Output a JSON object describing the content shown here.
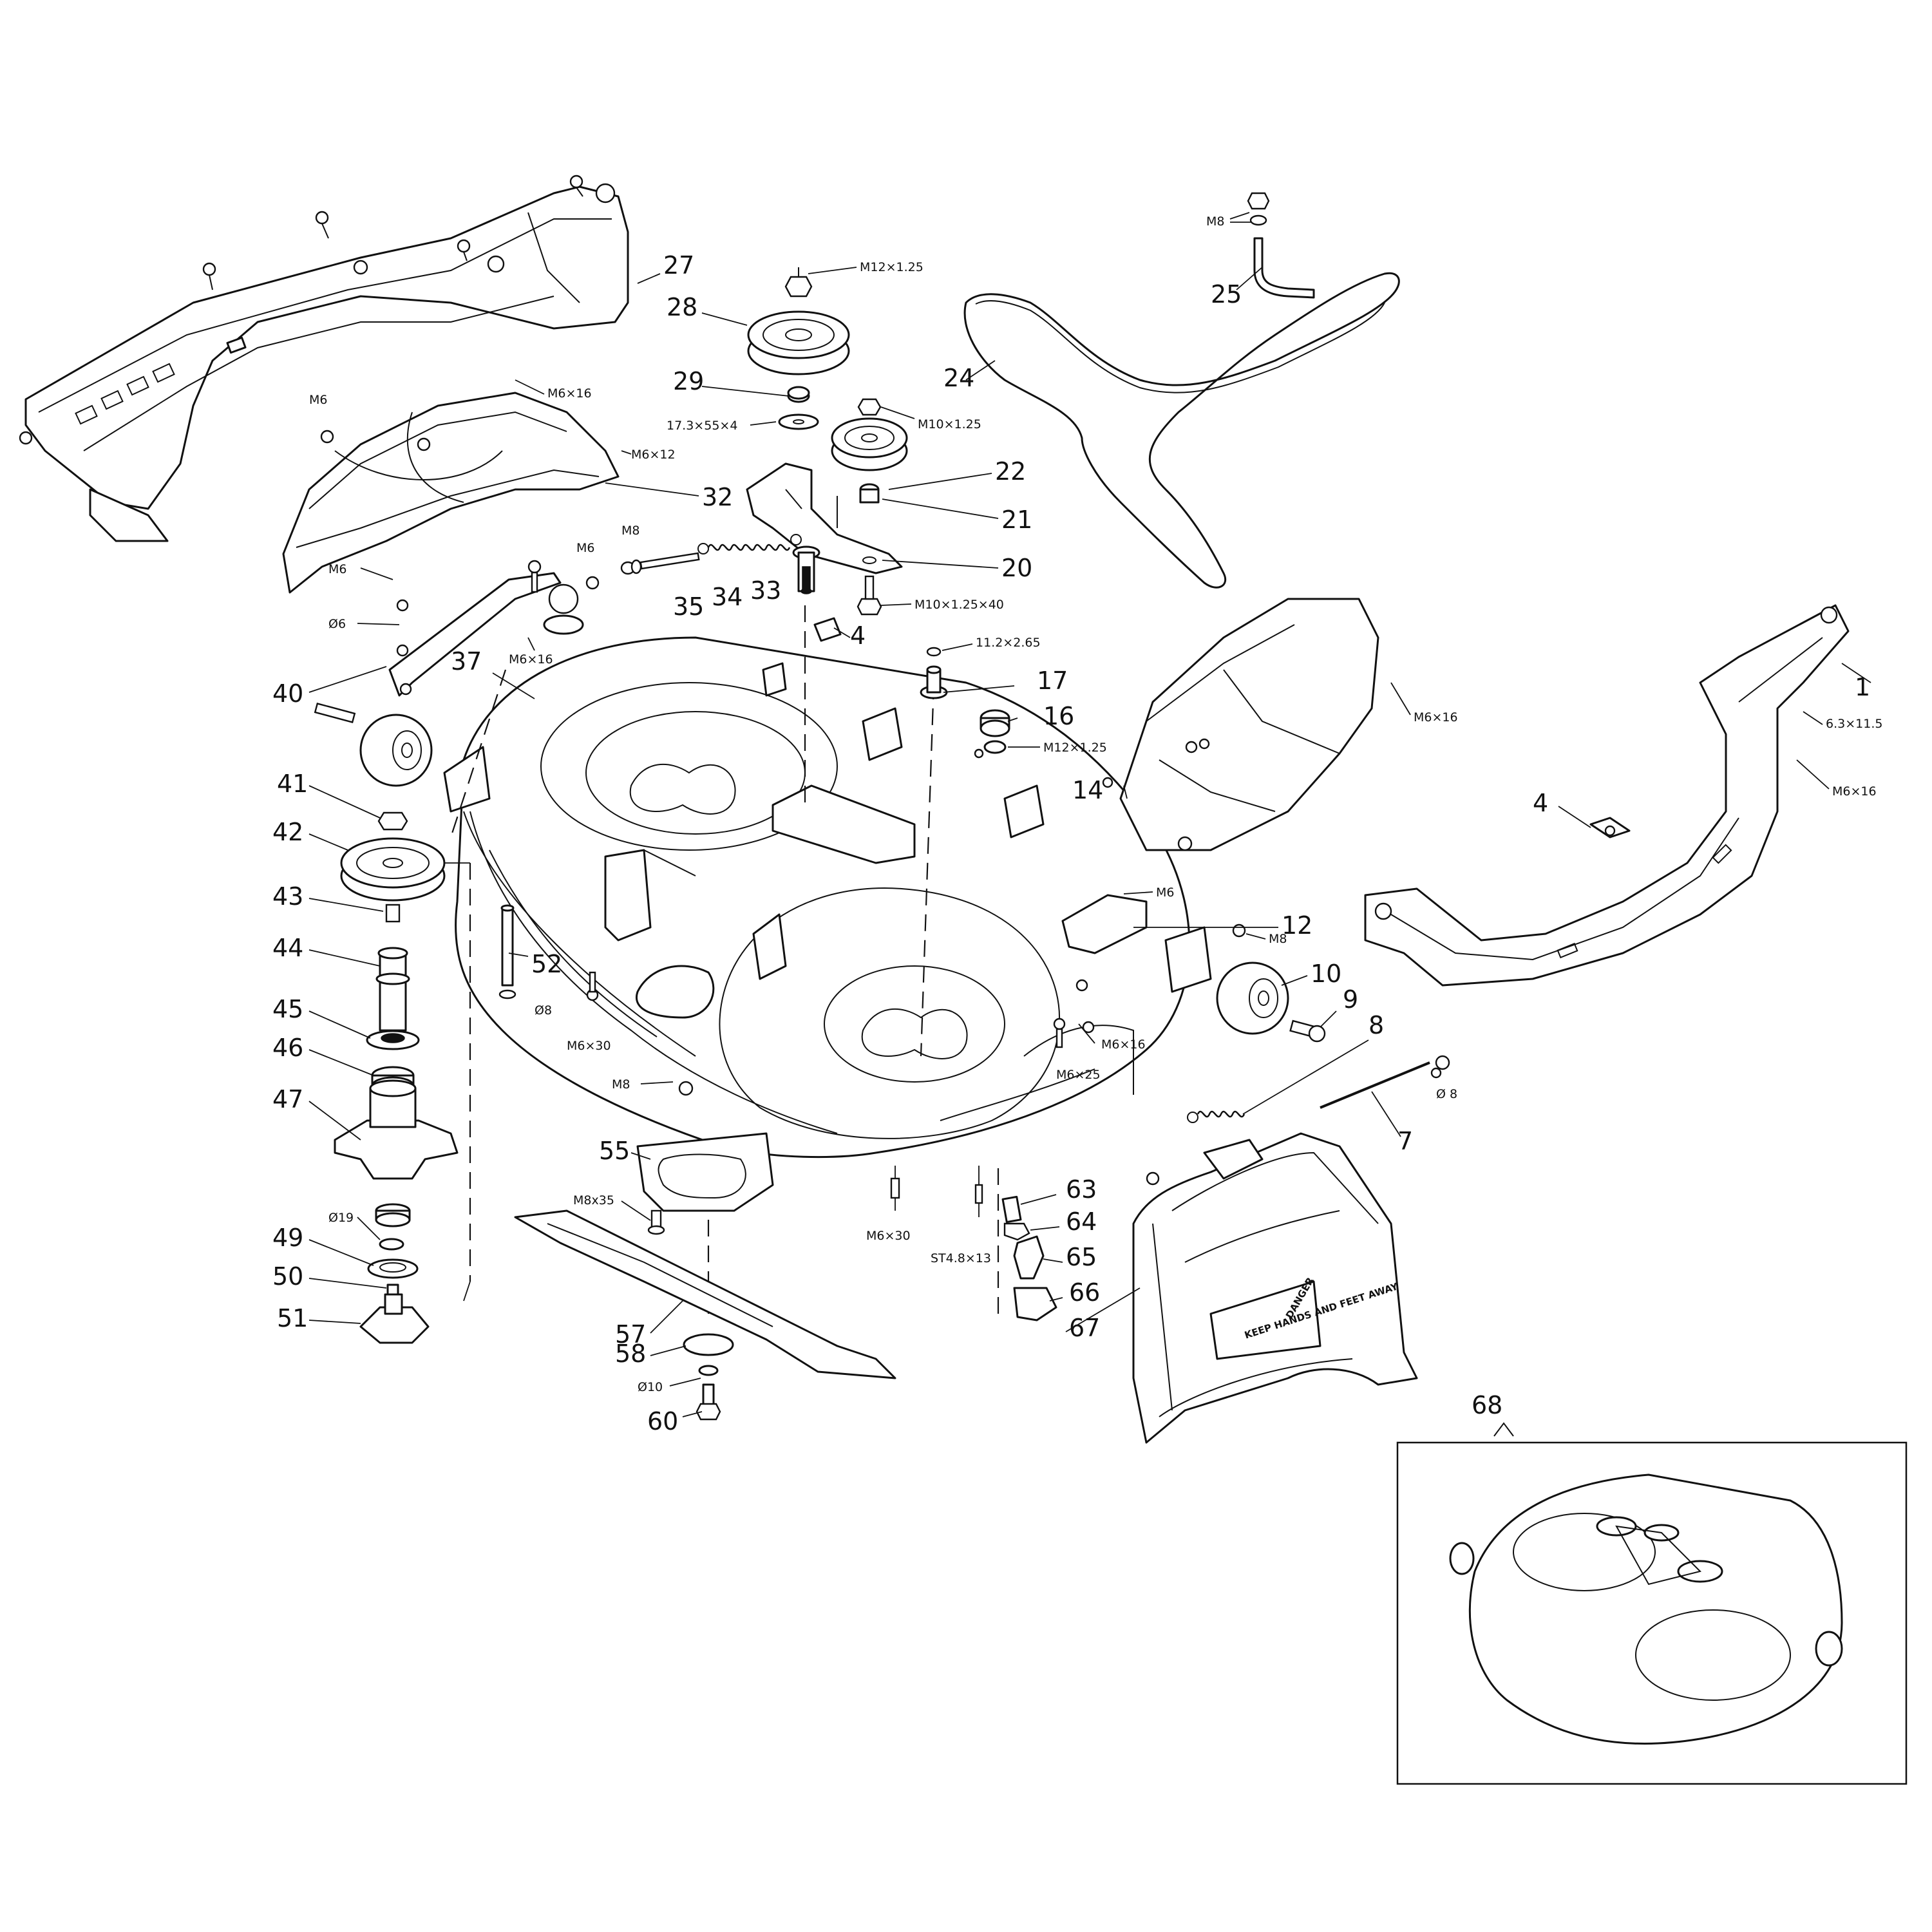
{
  "diagram": {
    "callouts": [
      {
        "id": "1",
        "label": "1"
      },
      {
        "id": "4a",
        "label": "4"
      },
      {
        "id": "4b",
        "label": "4"
      },
      {
        "id": "7",
        "label": "7"
      },
      {
        "id": "8",
        "label": "8"
      },
      {
        "id": "9",
        "label": "9"
      },
      {
        "id": "10",
        "label": "10"
      },
      {
        "id": "12",
        "label": "12"
      },
      {
        "id": "14",
        "label": "14"
      },
      {
        "id": "16",
        "label": "16"
      },
      {
        "id": "17",
        "label": "17"
      },
      {
        "id": "20",
        "label": "20"
      },
      {
        "id": "21",
        "label": "21"
      },
      {
        "id": "22",
        "label": "22"
      },
      {
        "id": "24",
        "label": "24"
      },
      {
        "id": "25",
        "label": "25"
      },
      {
        "id": "27",
        "label": "27"
      },
      {
        "id": "28",
        "label": "28"
      },
      {
        "id": "29",
        "label": "29"
      },
      {
        "id": "32",
        "label": "32"
      },
      {
        "id": "33",
        "label": "33"
      },
      {
        "id": "34",
        "label": "34"
      },
      {
        "id": "35",
        "label": "35"
      },
      {
        "id": "37",
        "label": "37"
      },
      {
        "id": "40",
        "label": "40"
      },
      {
        "id": "41",
        "label": "41"
      },
      {
        "id": "42",
        "label": "42"
      },
      {
        "id": "43",
        "label": "43"
      },
      {
        "id": "44",
        "label": "44"
      },
      {
        "id": "45",
        "label": "45"
      },
      {
        "id": "46",
        "label": "46"
      },
      {
        "id": "47",
        "label": "47"
      },
      {
        "id": "49",
        "label": "49"
      },
      {
        "id": "50",
        "label": "50"
      },
      {
        "id": "51",
        "label": "51"
      },
      {
        "id": "52",
        "label": "52"
      },
      {
        "id": "55",
        "label": "55"
      },
      {
        "id": "57",
        "label": "57"
      },
      {
        "id": "58",
        "label": "58"
      },
      {
        "id": "60",
        "label": "60"
      },
      {
        "id": "63",
        "label": "63"
      },
      {
        "id": "64",
        "label": "64"
      },
      {
        "id": "65",
        "label": "65"
      },
      {
        "id": "66",
        "label": "66"
      },
      {
        "id": "67",
        "label": "67"
      },
      {
        "id": "68",
        "label": "68"
      }
    ],
    "hardware_specs": [
      {
        "id": "m12-top",
        "label": "M12×1.25"
      },
      {
        "id": "m8-top",
        "label": "M8"
      },
      {
        "id": "m6x16-32",
        "label": "M6×16"
      },
      {
        "id": "m6-32",
        "label": "M6"
      },
      {
        "id": "m6x12-32",
        "label": "M6×12"
      },
      {
        "id": "washer-29",
        "label": "17.3×55×4"
      },
      {
        "id": "m10-22",
        "label": "M10×1.25"
      },
      {
        "id": "m8-35",
        "label": "M8"
      },
      {
        "id": "m6-33",
        "label": "M6"
      },
      {
        "id": "m10x40",
        "label": "M10×1.25×40"
      },
      {
        "id": "washer-17",
        "label": "11.2×2.65"
      },
      {
        "id": "m12-16",
        "label": "M12×1.25"
      },
      {
        "id": "m6x16-14",
        "label": "M6×16"
      },
      {
        "id": "bolt-1",
        "label": "6.3×11.5"
      },
      {
        "id": "m6x16-1",
        "label": "M6×16"
      },
      {
        "id": "m6-40",
        "label": "M6"
      },
      {
        "id": "d6-40",
        "label": "Ø6"
      },
      {
        "id": "m6x16-40",
        "label": "M6×16"
      },
      {
        "id": "d8-52",
        "label": "Ø8"
      },
      {
        "id": "m6x30-52",
        "label": "M6×30"
      },
      {
        "id": "m6-12",
        "label": "M6"
      },
      {
        "id": "m8-12",
        "label": "M8"
      },
      {
        "id": "m6x16-10",
        "label": "M6×16"
      },
      {
        "id": "m6x25",
        "label": "M6×25"
      },
      {
        "id": "m8-55",
        "label": "M8"
      },
      {
        "id": "d8-7",
        "label": "Ø 8"
      },
      {
        "id": "d19",
        "label": "Ø19"
      },
      {
        "id": "m8x35",
        "label": "M8x35"
      },
      {
        "id": "m6x30-deck",
        "label": "M6×30"
      },
      {
        "id": "st48",
        "label": "ST4.8×13"
      },
      {
        "id": "d10",
        "label": "Ø10"
      }
    ],
    "chute_warning": "DANGER",
    "chute_text": "KEEP HANDS AND FEET AWAY"
  }
}
